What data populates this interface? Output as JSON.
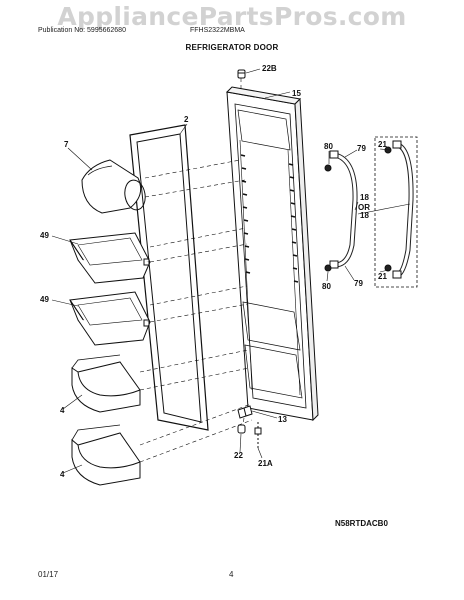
{
  "watermark": "AppliancePartsPros.com",
  "header": {
    "publication": "Publication No: 5995662680",
    "model": "FFHS2322MBMA"
  },
  "title": "REFRIGERATOR DOOR",
  "callouts": {
    "c22b": "22B",
    "c15": "15",
    "c2": "2",
    "c7": "7",
    "c49a": "49",
    "c49b": "49",
    "c4a": "4",
    "c4b": "4",
    "c80a": "80",
    "c79a": "79",
    "c21a": "21",
    "c18a": "18",
    "c_or": "OR",
    "c18b": "18",
    "c21b": "21",
    "c79b": "79",
    "c80b": "80",
    "c13": "13",
    "c22": "22",
    "c21A": "21A"
  },
  "diagram_code": "N58RTDACB0",
  "footer": {
    "date": "01/17",
    "page": "4"
  }
}
